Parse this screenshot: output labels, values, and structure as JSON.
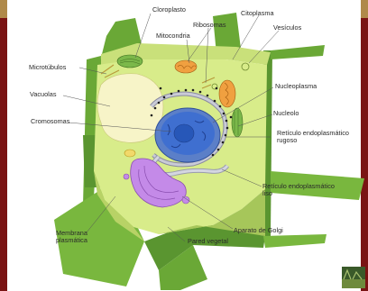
{
  "diagram": {
    "labels": {
      "cloroplasto": "Cloroplasto",
      "citoplasma": "Citoplasma",
      "ribosomas": "Ribosomas",
      "mitocondria": "Mitocondria",
      "vesiculos": "Vesículos",
      "microtubulos": "Microtúbulos",
      "vacuolas": "Vacuolas",
      "nucleoplasma": "Nucleoplasma",
      "nucleolo": "Nucleolo",
      "cromosomas": "Cromosomas",
      "reticulo_rugoso_1": "Retículo endoplasmático",
      "reticulo_rugoso_2": "rugoso",
      "reticulo_liso_1": "Retículo endoplasmático",
      "reticulo_liso_2": "liso",
      "membrana_1": "Membrana",
      "membrana_2": "plasmática",
      "aparato_golgi": "Aparato de Golgi",
      "pared_vegetal": "Pared vegetal"
    },
    "colors": {
      "page_background": "#7a1414",
      "cell_wall": "#79b73e",
      "cytoplasm": "#d8ec8a",
      "vacuole": "#f7f4c8",
      "nucleus": "#3f6fd0",
      "golgi": "#c48ae8"
    }
  }
}
